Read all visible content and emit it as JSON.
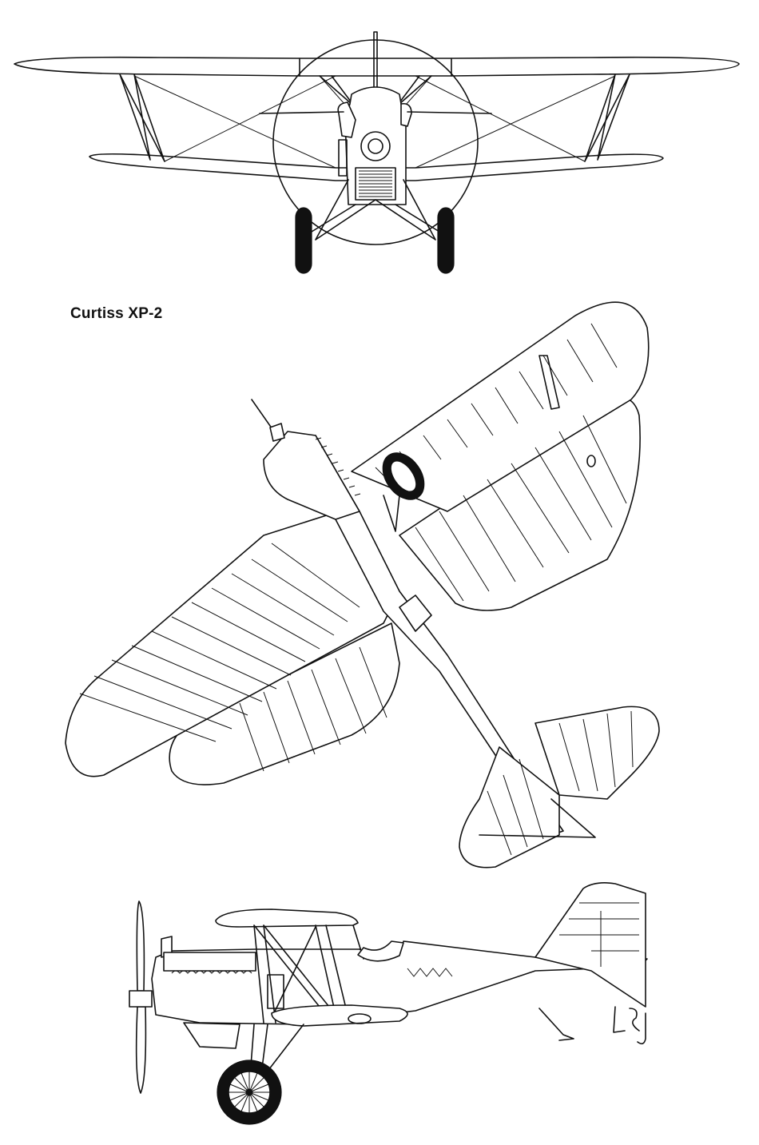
{
  "drawing": {
    "title": "Curtiss XP-2",
    "views": [
      "front-view",
      "plan-view",
      "side-view"
    ],
    "signature_text": "lsj"
  },
  "colors": {
    "ink": "#111111",
    "paper": "#ffffff"
  }
}
